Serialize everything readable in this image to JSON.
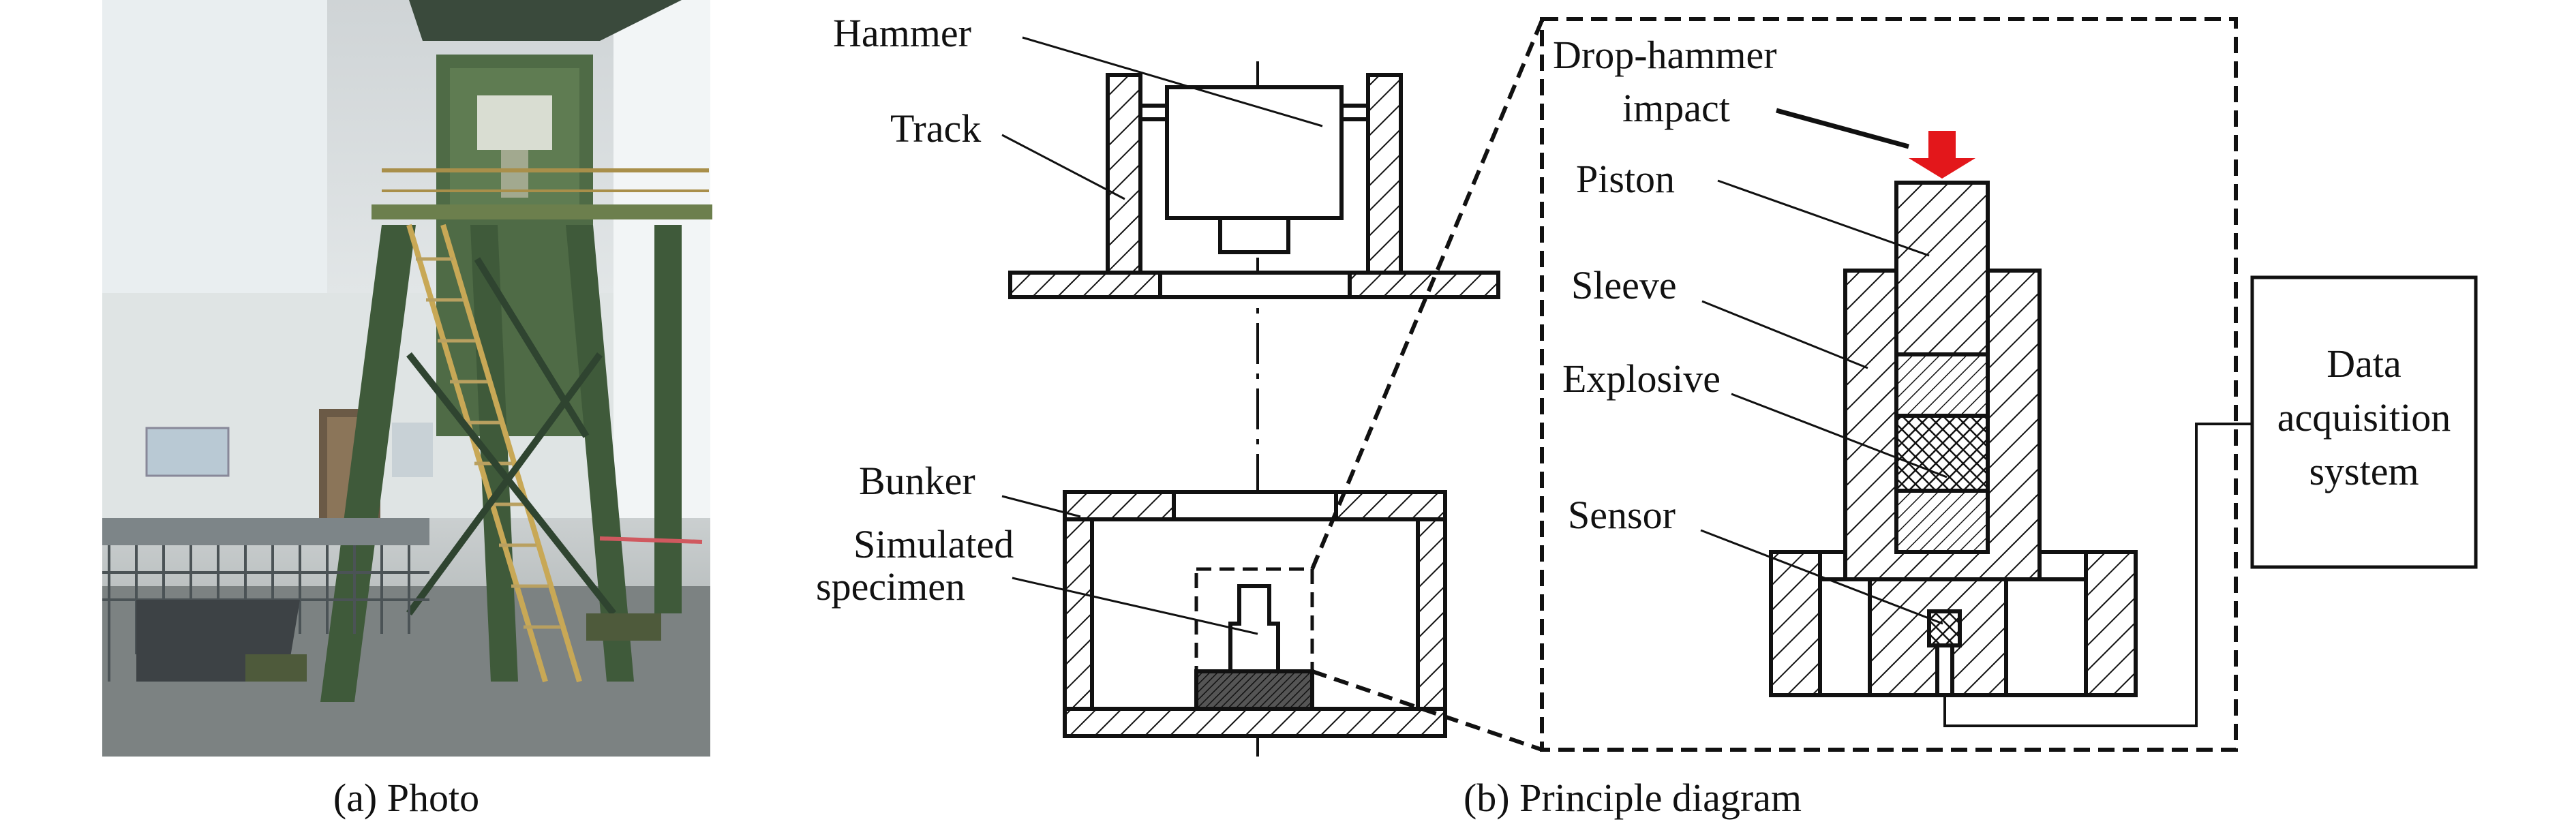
{
  "captions": {
    "photo": "(a) Photo",
    "diagram": "(b) Principle diagram"
  },
  "labels": {
    "hammer": "Hammer",
    "track": "Track",
    "bunker": "Bunker",
    "simulated_line1": "Simulated",
    "simulated_line2": "specimen",
    "drop_line1": "Drop-hammer",
    "drop_line2": "impact",
    "piston": "Piston",
    "sleeve": "Sleeve",
    "explosive": "Explosive",
    "sensor": "Sensor",
    "daq_line1": "Data",
    "daq_line2": "acquisition",
    "daq_line3": "system"
  },
  "colors": {
    "impact_arrow": "#e3171b",
    "line": "#111111"
  }
}
